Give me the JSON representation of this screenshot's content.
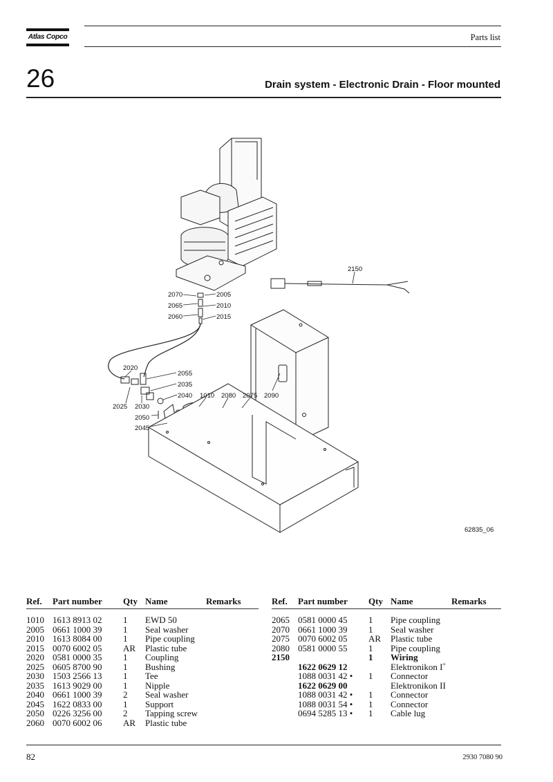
{
  "header": {
    "brand": "Atlas Copco",
    "section_label": "Parts list",
    "chapter_number": "26",
    "page_title": "Drain system - Electronic Drain - Floor mounted"
  },
  "drawing": {
    "id": "62835_06",
    "callouts": [
      "2150",
      "2070",
      "2005",
      "2065",
      "2010",
      "2060",
      "2015",
      "2020",
      "2055",
      "2035",
      "2040",
      "1010",
      "2080",
      "2075",
      "2090",
      "2025",
      "2030",
      "2050",
      "2045"
    ]
  },
  "parts_table": {
    "columns": [
      "Ref.",
      "Part number",
      "Qty",
      "Name",
      "Remarks"
    ],
    "left_rows": [
      {
        "ref": "1010",
        "part": "1613 8913 02",
        "qty": "1",
        "name": "EWD 50",
        "remarks": ""
      },
      {
        "ref": "2005",
        "part": "0661 1000 39",
        "qty": "1",
        "name": "Seal washer",
        "remarks": ""
      },
      {
        "ref": "2010",
        "part": "1613 8084 00",
        "qty": "1",
        "name": "Pipe coupling",
        "remarks": ""
      },
      {
        "ref": "2015",
        "part": "0070 6002 05",
        "qty": "AR",
        "name": "Plastic tube",
        "remarks": ""
      },
      {
        "ref": "2020",
        "part": "0581 0000 35",
        "qty": "1",
        "name": "Coupling",
        "remarks": ""
      },
      {
        "ref": "2025",
        "part": "0605 8700 90",
        "qty": "1",
        "name": "Bushing",
        "remarks": ""
      },
      {
        "ref": "2030",
        "part": "1503 2566 13",
        "qty": "1",
        "name": "Tee",
        "remarks": ""
      },
      {
        "ref": "2035",
        "part": "1613 9029 00",
        "qty": "1",
        "name": "Nipple",
        "remarks": ""
      },
      {
        "ref": "2040",
        "part": "0661 1000 39",
        "qty": "2",
        "name": "Seal washer",
        "remarks": ""
      },
      {
        "ref": "2045",
        "part": "1622 0833 00",
        "qty": "1",
        "name": "Support",
        "remarks": ""
      },
      {
        "ref": "2050",
        "part": "0226 3256 00",
        "qty": "2",
        "name": "Tapping screw",
        "remarks": ""
      },
      {
        "ref": "2060",
        "part": "0070 6002 06",
        "qty": "AR",
        "name": "Plastic tube",
        "remarks": ""
      }
    ],
    "right_rows": [
      {
        "ref": "2065",
        "part": "0581 0000 45",
        "qty": "1",
        "name": "Pipe coupling",
        "remarks": ""
      },
      {
        "ref": "2070",
        "part": "0661 1000 39",
        "qty": "1",
        "name": "Seal washer",
        "remarks": ""
      },
      {
        "ref": "2075",
        "part": "0070 6002 05",
        "qty": "AR",
        "name": "Plastic tube",
        "remarks": ""
      },
      {
        "ref": "2080",
        "part": "0581 0000 55",
        "qty": "1",
        "name": "Pipe coupling",
        "remarks": ""
      },
      {
        "ref": "2150",
        "part": "",
        "qty": "1",
        "name": "Wiring",
        "remarks": "",
        "bold": true
      },
      {
        "ref": "",
        "part": "1622 0629 12",
        "qty": "",
        "name": "Elektronikon I",
        "name_sup": "+",
        "remarks": "",
        "part_bold": true
      },
      {
        "ref": "",
        "part": "1088 0031 42 •",
        "qty": "1",
        "name": "Connector",
        "remarks": ""
      },
      {
        "ref": "",
        "part": "1622 0629 00",
        "qty": "",
        "name": "Elektronikon II",
        "remarks": "",
        "part_bold": true
      },
      {
        "ref": "",
        "part": "1088 0031 42 •",
        "qty": "1",
        "name": "Connector",
        "remarks": ""
      },
      {
        "ref": "",
        "part": "1088 0031 54 •",
        "qty": "1",
        "name": "Connector",
        "remarks": ""
      },
      {
        "ref": "",
        "part": "0694 5285 13 •",
        "qty": "1",
        "name": "Cable lug",
        "remarks": ""
      }
    ]
  },
  "footer": {
    "page_number": "82",
    "document_number": "2930 7080 90"
  }
}
